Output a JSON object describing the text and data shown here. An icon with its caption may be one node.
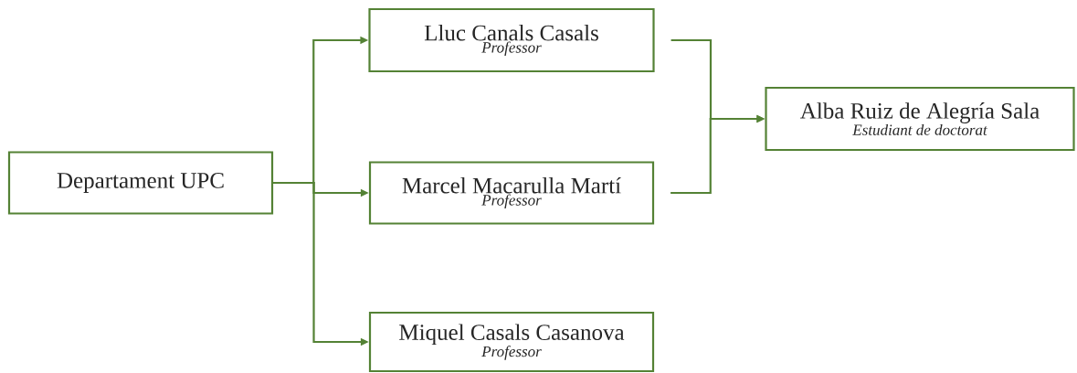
{
  "diagram": {
    "nodes": [
      {
        "text": [
          "Departament UPC"
        ]
      },
      {
        "text": [
          "Lluc Canals Casals",
          "Professor"
        ]
      },
      {
        "text": [
          "Marcel Macarulla Martí",
          "Professor"
        ]
      },
      {
        "text": [
          "Miquel Casals Casanova",
          "Professor"
        ]
      },
      {
        "text": [
          "Alba Ruiz de Alegría Sala",
          "Estudiant de doctorat"
        ]
      }
    ],
    "edges": [
      {
        "from": 0,
        "to": 1,
        "arrow": "to"
      },
      {
        "from": 0,
        "to": 2,
        "arrow": "to"
      },
      {
        "from": 0,
        "to": 3,
        "arrow": "to"
      },
      {
        "from": 1,
        "to": 4,
        "arrow": "to"
      },
      {
        "from": 2,
        "to": 4,
        "arrow": "to"
      }
    ]
  }
}
